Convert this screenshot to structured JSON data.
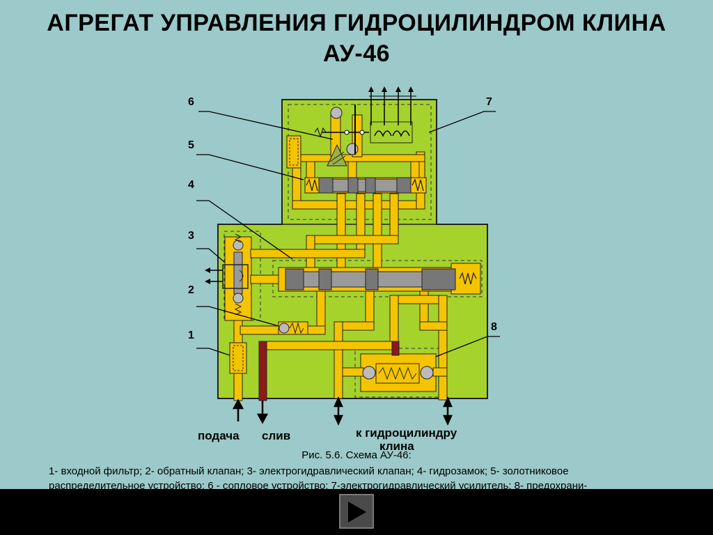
{
  "title_line1": "АГРЕГАТ УПРАВЛЕНИЯ ГИДРОЦИЛИНДРОМ КЛИНА",
  "title_line2": "АУ-46",
  "labels": {
    "n1": "1",
    "n2": "2",
    "n3": "3",
    "n4": "4",
    "n5": "5",
    "n6": "6",
    "n7": "7",
    "n8": "8"
  },
  "io": {
    "supply": "подача",
    "drain": "слив",
    "to_cylinder_line1": "к гидроцилиндру",
    "to_cylinder_line2": "клина"
  },
  "caption": "Рис. 5.6. Схема АУ-46:",
  "legend_line1": "1- входной фильтр; 2- обратный клапан; 3- электрогидравлический клапан; 4- гидрозамок; 5- золотниковое",
  "legend_line2": "распределительное устройство; 6 - сопловое устройство; 7-электрогидравлический усилитель; 8- предохрани-",
  "colors": {
    "background": "#9cc9c9",
    "body": "#a6d22c",
    "channel": "#f5c400",
    "drain_channel": "#8b1a1a",
    "spool": "#9a9a9a",
    "bar": "#000000"
  },
  "icons": {
    "next": "play-triangle-icon"
  }
}
